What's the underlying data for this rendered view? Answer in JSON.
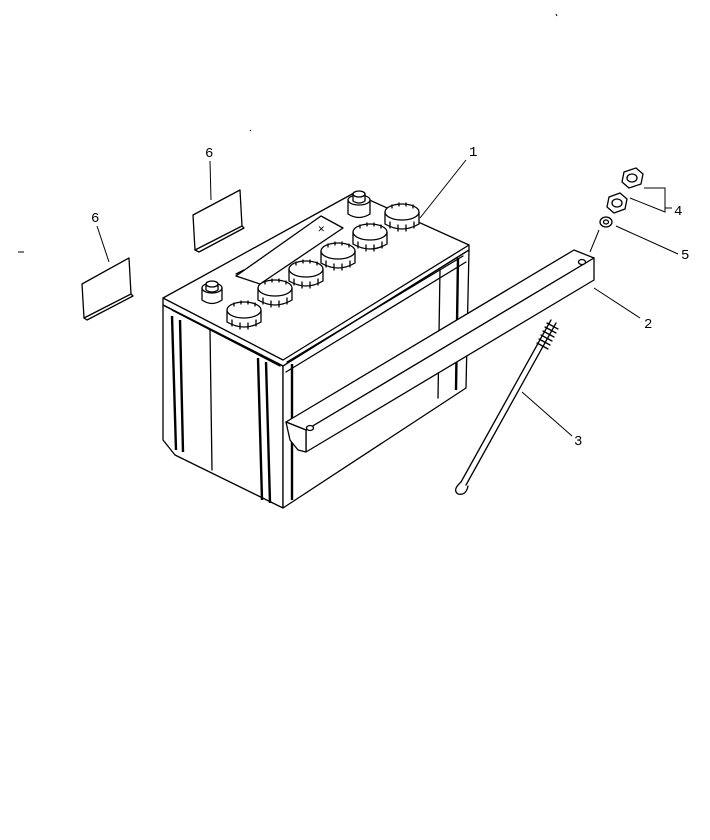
{
  "callouts": {
    "battery": "1",
    "bar": "2",
    "bolt": "3",
    "nut": "4",
    "washer": "5",
    "label_right": "6",
    "label_left": "6"
  }
}
